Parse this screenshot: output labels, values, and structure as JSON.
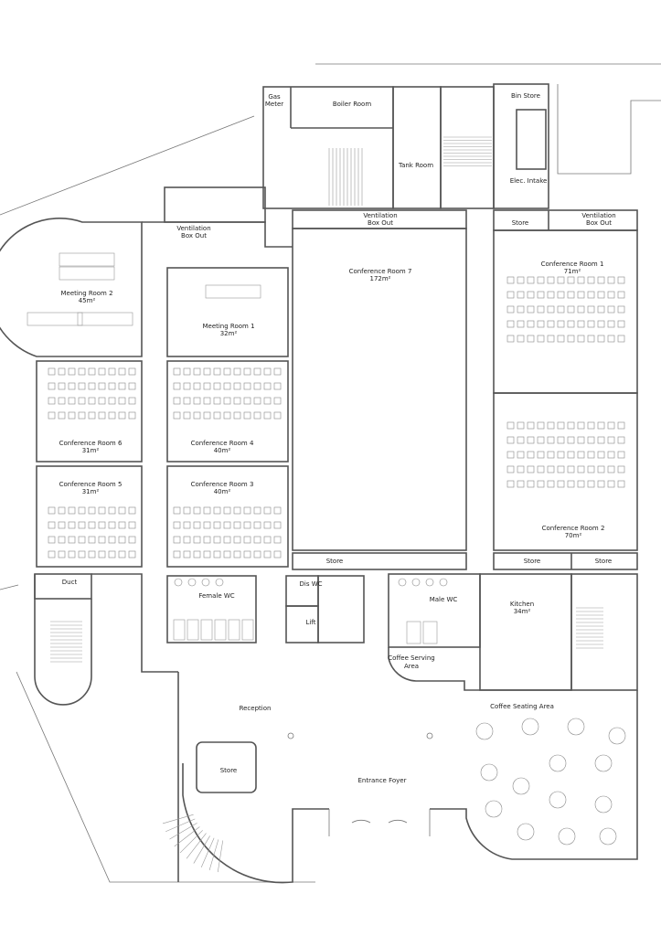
{
  "title": "Ground Floor Plan",
  "rooms": {
    "gas_meter": [
      "Gas",
      "Meter"
    ],
    "boiler_room": "Boiler Room",
    "tank_room": "Tank Room",
    "bin_store": "Bin Store",
    "elec_intake": "Elec. Intake",
    "vent_left": [
      "Ventilation",
      "Box Out"
    ],
    "vent_center": [
      "Ventilation",
      "Box Out"
    ],
    "vent_right": [
      "Ventilation",
      "Box Out"
    ],
    "store_top": "Store",
    "conf7": {
      "name": "Conference Room 7",
      "area": "172m²"
    },
    "conf1": {
      "name": "Conference Room 1",
      "area": "71m²"
    },
    "meet2": {
      "name": "Meeting Room 2",
      "area": "45m²"
    },
    "meet1": {
      "name": "Meeting Room 1",
      "area": "32m²"
    },
    "conf6": {
      "name": "Conference Room 6",
      "area": "31m²"
    },
    "conf4": {
      "name": "Conference Room 4",
      "area": "40m²"
    },
    "conf5": {
      "name": "Conference Room 5",
      "area": "31m²"
    },
    "conf3": {
      "name": "Conference Room 3",
      "area": "40m²"
    },
    "conf2": {
      "name": "Conference Room 2",
      "area": "70m²"
    },
    "store_a": "Store",
    "store_b": "Store",
    "store_c": "Store",
    "duct": "Duct",
    "female_wc": "Female WC",
    "dis_wc": "Dis WC",
    "lift": "Lift",
    "male_wc": "Male WC",
    "kitchen": {
      "name": "Kitchen",
      "area": "34m²"
    },
    "coffee_serving": [
      "Coffee Serving",
      "Area"
    ],
    "reception": "Reception",
    "coffee_seating": "Coffee Seating Area",
    "store_reception": "Store",
    "entrance_foyer": "Entrance Foyer"
  }
}
